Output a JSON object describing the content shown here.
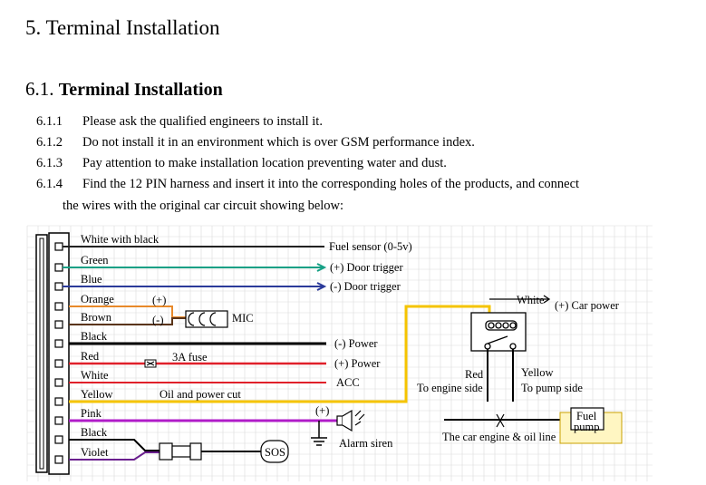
{
  "section": {
    "number": "5.",
    "title": "Terminal Installation"
  },
  "subsection": {
    "number": "6.1.",
    "title": "Terminal Installation"
  },
  "steps": [
    {
      "num": "6.1.1",
      "text": "Please ask the qualified engineers to install it."
    },
    {
      "num": "6.1.2",
      "text": "Do not install it in an environment which is over GSM performance index."
    },
    {
      "num": "6.1.3",
      "text": "Pay attention to make installation location preventing water and dust."
    },
    {
      "num": "6.1.4",
      "text": "Find the 12 PIN harness and insert it into the corresponding holes of the products, and connect",
      "text2": "the wires with the original car circuit showing below:"
    }
  ],
  "wires": [
    {
      "label": "White with black",
      "color": "#222222"
    },
    {
      "label": "Green",
      "color": "#16a085"
    },
    {
      "label": "Blue",
      "color": "#2b3a9a"
    },
    {
      "label": "Orange",
      "color": "#e8892a"
    },
    {
      "label": "Brown",
      "color": "#5a3418"
    },
    {
      "label": "Black",
      "color": "#000000"
    },
    {
      "label": "Red",
      "color": "#e0202a"
    },
    {
      "label": "White",
      "color": "#999999"
    },
    {
      "label": "Yellow",
      "color": "#f5c400"
    },
    {
      "label": "Pink",
      "color": "#b01cc8"
    },
    {
      "label": "Black",
      "color": "#000000"
    },
    {
      "label": "Violet",
      "color": "#6a1f8e"
    }
  ],
  "annotations": {
    "fuel_sensor": "Fuel sensor (0-5v)",
    "door_pos": "(+) Door trigger",
    "door_neg": "(-) Door trigger",
    "plus": "(+)",
    "minus": "(-)",
    "mic": "MIC",
    "fuse": "3A fuse",
    "power_neg": "(-) Power",
    "power_pos": "(+) Power",
    "acc": "ACC",
    "oil_cut": "Oil and power cut",
    "siren_plus": "(+)",
    "alarm_siren": "Alarm siren",
    "sos": "SOS",
    "relay_white": "White",
    "car_power": "(+) Car power",
    "relay_red": "Red",
    "to_engine": "To engine side",
    "relay_yellow": "Yellow",
    "to_pump": "To pump side",
    "oil_line": "The car engine & oil line",
    "fuel": "Fuel",
    "pump": "pump"
  }
}
